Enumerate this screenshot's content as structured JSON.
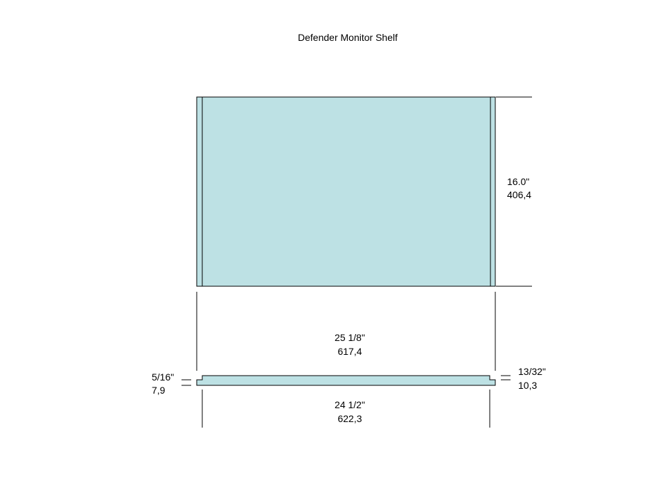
{
  "title": "Defender Monitor Shelf",
  "colors": {
    "shelf_fill": "#bde1e4",
    "outline": "#000000",
    "background": "#ffffff"
  },
  "dimensions": {
    "height": {
      "imperial": "16.0\"",
      "metric": "406,4"
    },
    "top_width": {
      "imperial": "25 1/8\"",
      "metric": "617,4"
    },
    "left_step": {
      "imperial": "5/16\"",
      "metric": "7,9"
    },
    "right_step": {
      "imperial": "13/32\"",
      "metric": "10,3"
    },
    "bottom_width": {
      "imperial": "24 1/2\"",
      "metric": "622,3"
    }
  }
}
